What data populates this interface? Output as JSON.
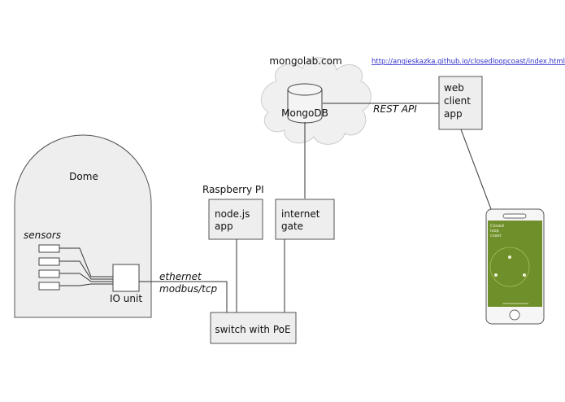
{
  "colors": {
    "box_fill": "#eeeeee",
    "box_stroke": "#555555",
    "line": "#333333",
    "cloud_fill": "#f0f0f0",
    "link": "#3333cc",
    "phone_screen": "#6f8f2a"
  },
  "cloud": {
    "title": "mongolab.com",
    "db_label": "MongoDB"
  },
  "url_link": "http://angieskazka.github.io/closedloopcoast/index.html",
  "rest_api": "REST API",
  "web_client": {
    "line1": "web",
    "line2": "client",
    "line3": "app"
  },
  "dome": {
    "title": "Dome",
    "sensors_label": "sensors",
    "io_unit": "IO unit"
  },
  "raspberry": {
    "title": "Raspberry PI",
    "line1": "node.js",
    "line2": "app"
  },
  "internet_gate": {
    "line1": "internet",
    "line2": "gate"
  },
  "ethernet": {
    "line1": "ethernet",
    "line2": "modbus/tcp"
  },
  "switch": {
    "label": "switch with PoE"
  },
  "phone": {
    "screen_line1": "Closed",
    "screen_line2": "loop",
    "screen_line3": "coast",
    "icon": "smartphone-icon"
  }
}
